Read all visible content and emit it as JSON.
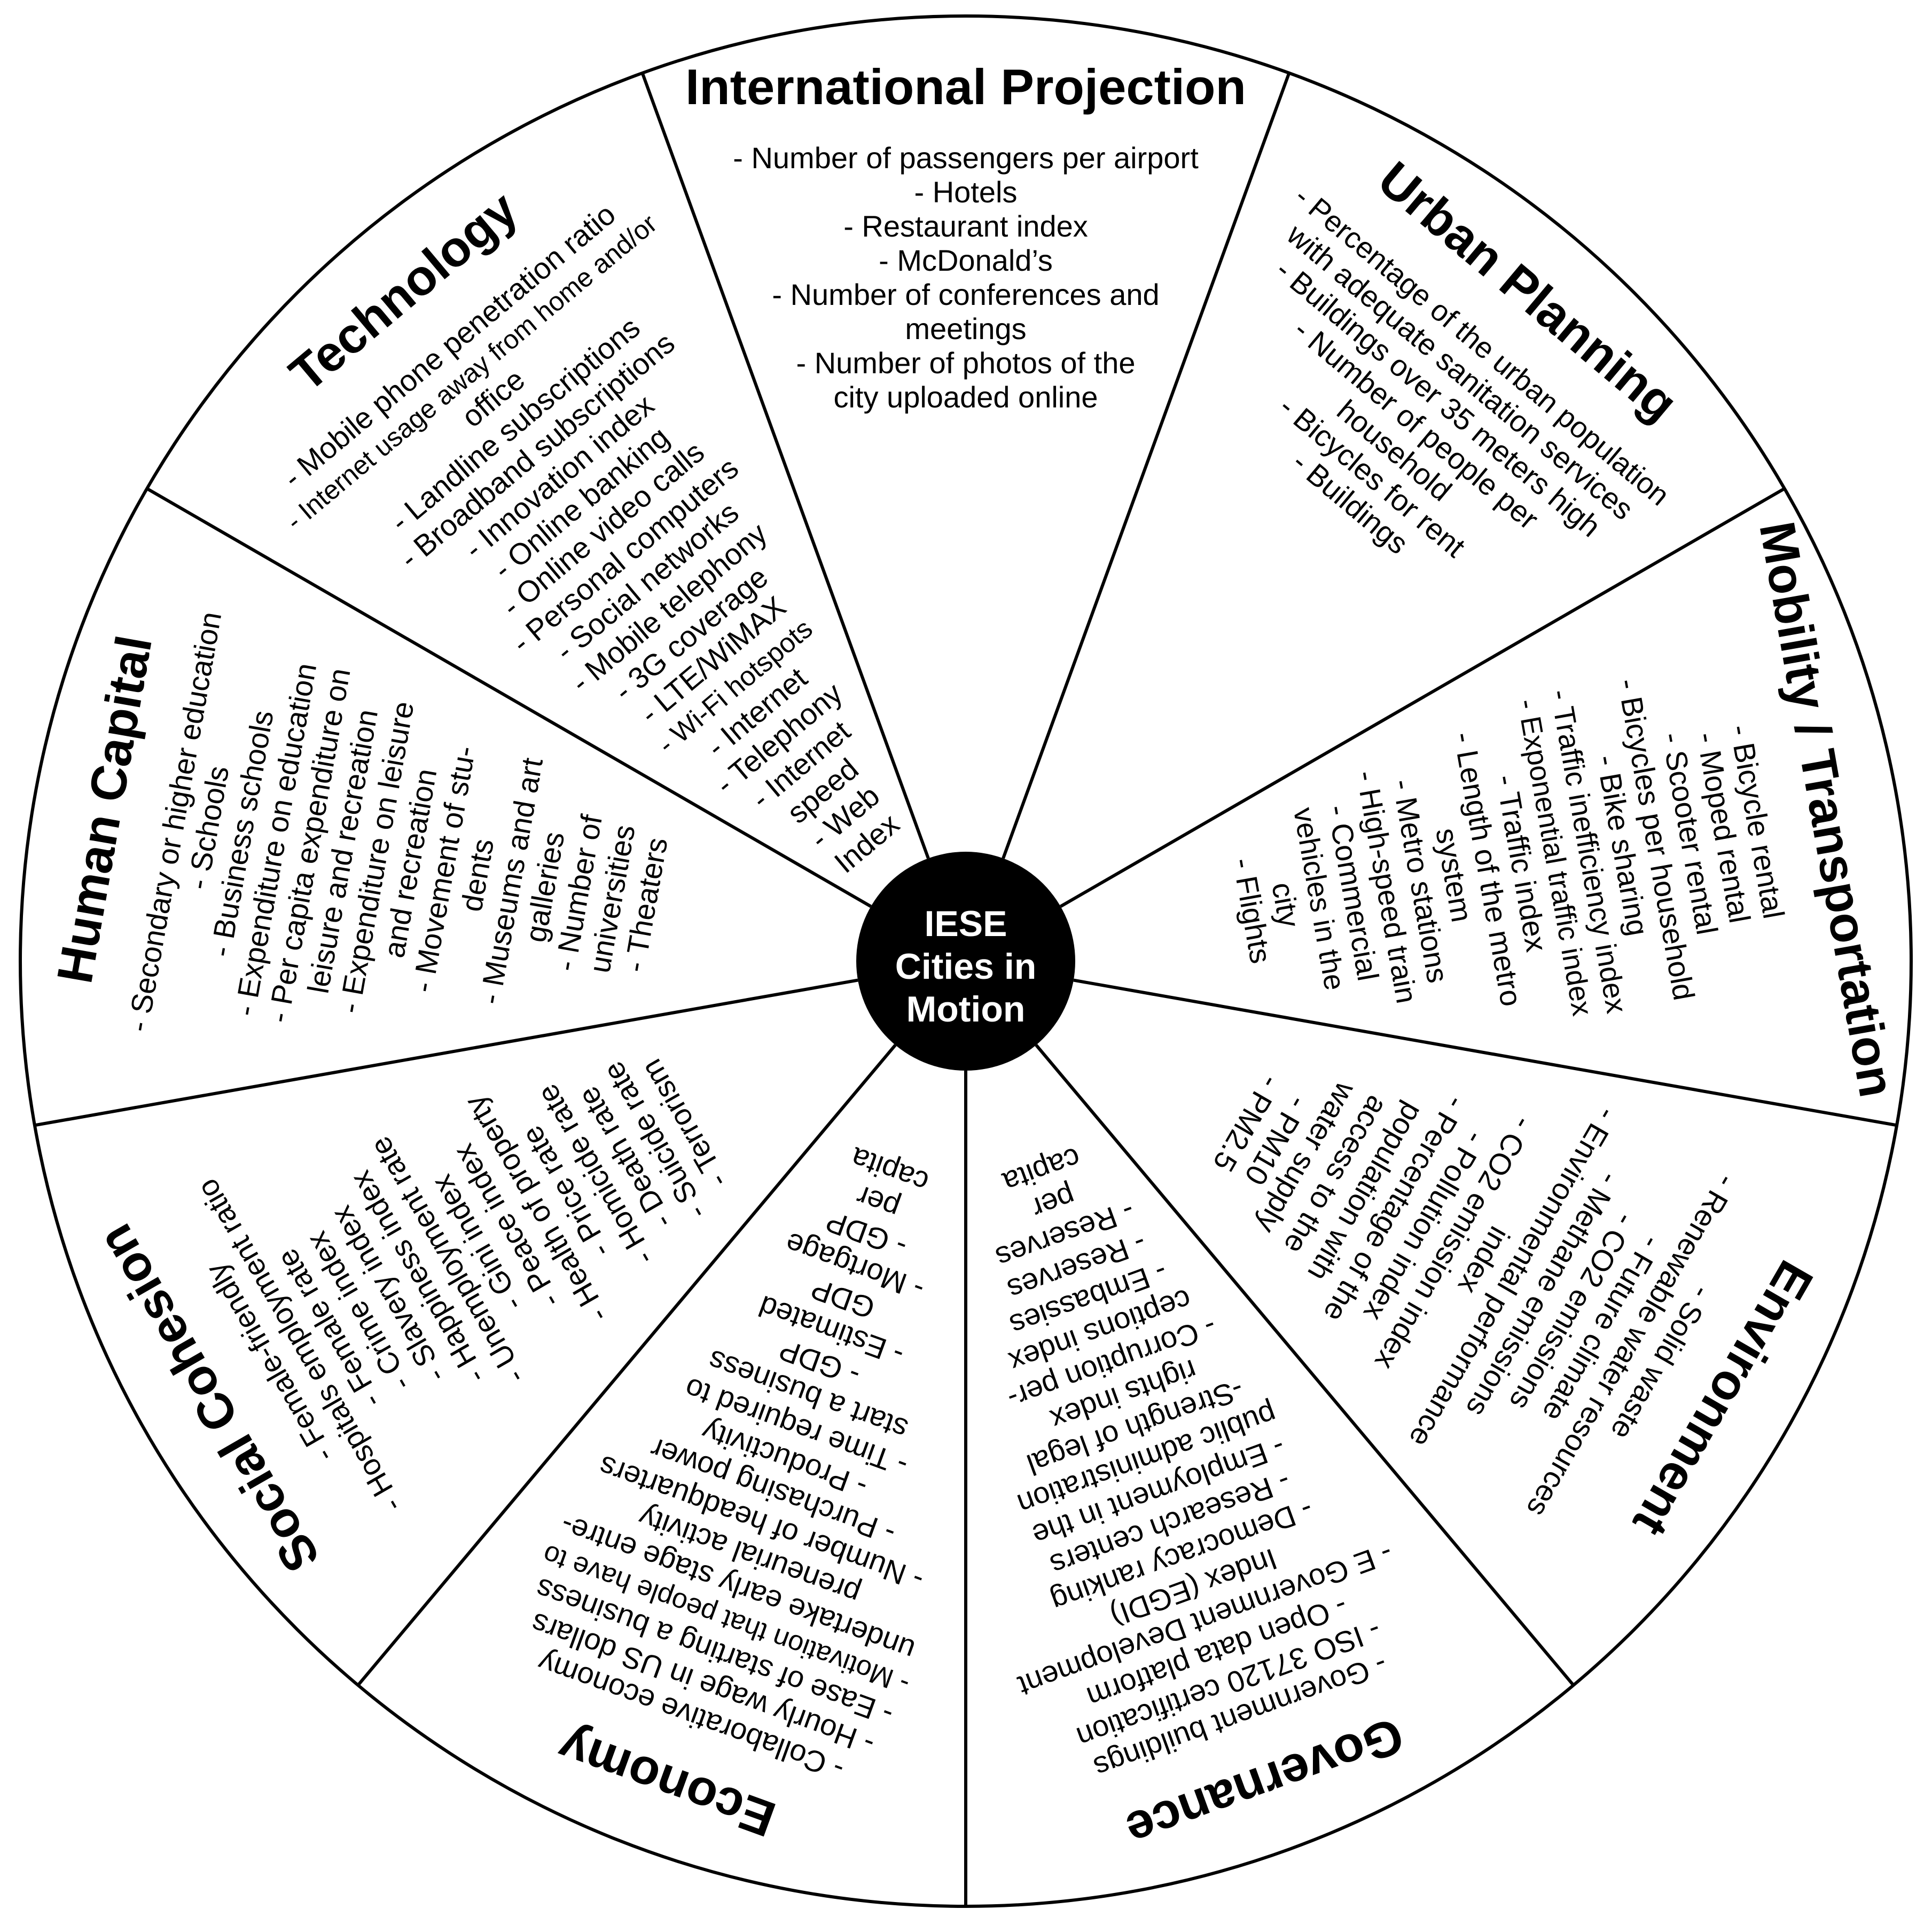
{
  "hub": {
    "lines": [
      "IESE",
      "Cities in",
      "Motion"
    ]
  },
  "categories": [
    {
      "id": "international-projection",
      "title": "International Projection",
      "items": [
        "- Number of passengers per airport",
        "- Hotels",
        "- Restaurant index",
        "- McDonald’s",
        "- Number of conferences and",
        "meetings",
        "- Number of photos of the",
        "city uploaded online"
      ]
    },
    {
      "id": "urban-planning",
      "title": "Urban Planning",
      "items": [
        "- Percentage of the urban population",
        "with adequate sanitation services",
        "- Buildings over 35 meters high",
        "- Number of people per",
        "household",
        "- Bicycles for rent",
        "- Buildings"
      ]
    },
    {
      "id": "mobility-transportation",
      "title": "Mobility / Transportation",
      "items": [
        "- Bicycle rental",
        "- Moped rental",
        "- Scooter rental",
        "- Bicycles per household",
        "- Bike sharing",
        "- Traffic inefficiency index",
        "- Exponential traffic index",
        "- Traffic index",
        "- Length of the metro",
        "system",
        "- Metro stations",
        "- High-speed train",
        "- Commercial",
        "vehicles in the",
        "city",
        "- Flights"
      ]
    },
    {
      "id": "environment",
      "title": "Environment",
      "items": [
        "- Solid waste",
        "- Renewable water resources",
        "- Future climate",
        "- CO2 emissions",
        "- Methane emissions",
        "- Environmental performance",
        "index",
        "- CO2 emission index",
        "- Pollution index",
        "- Percentage of the",
        "population with",
        "access to the",
        "water supply",
        "- PM10",
        "- PM2.5"
      ]
    },
    {
      "id": "governance",
      "title": "Governance",
      "items": [
        "- Government buildings",
        "- ISO 37120 certification",
        "- Open data platform",
        "- E Government Development",
        "Index (EGDI)",
        "- Democracy ranking",
        "- Research centers",
        "- Employment in the",
        "public administration",
        "-Strength of legal",
        "rights index",
        "- Corruption per-",
        "ceptions index",
        "- Embassies",
        "- Reserves",
        "- Reserves",
        "per",
        "capita"
      ]
    },
    {
      "id": "economy",
      "title": "Economy",
      "items": [
        "- Collaborative economy",
        "- Hourly wage in US dollars",
        "- Ease of starting a business",
        "- Motivation that people have  to",
        "undertake early stage  entre-",
        "preneurial activity",
        "- Number of headquarters",
        "- Purchasing power",
        "- Productivity",
        "- Time required to",
        "start a business",
        "- GDP",
        "- Estimated",
        "GDP",
        "- Mortgage",
        "- GDP",
        "per",
        "capita"
      ]
    },
    {
      "id": "social-cohesion",
      "title": "Social Cohesion",
      "items": [
        "- Female-friendly",
        "- Hospitals employment ratio",
        "- Female rate",
        "- Crime index",
        "- Slavery index",
        "- Happiness index",
        "- Unemployment rate",
        "- Gini index",
        "- Peace index",
        "- Health of property",
        "- Price rate",
        "- Homicide rate",
        "- Death rate",
        "- Suicide rate",
        "- Terrorism"
      ]
    },
    {
      "id": "human-capital",
      "title": "Human Capital",
      "items": [
        "- Secondary or higher education",
        "- Schools",
        "- Business schools",
        "- Expenditure on education",
        "- Per capita expenditure on",
        "leisure and recreation",
        "- Expenditure on leisure",
        "and recreation",
        "- Movement of stu-",
        "dents",
        "- Museums and art",
        "galleries",
        "- Number of",
        "universities",
        "- Theaters"
      ]
    },
    {
      "id": "technology",
      "title": "Technology",
      "items": [
        "- Mobile phone penetration ratio",
        "- Internet usage away from home and/or",
        "office",
        "- Landline subscriptions",
        "- Broadband subscriptions",
        "- Innovation index",
        "- Online banking",
        "- Online video calls",
        "- Personal computers",
        "- Social networks",
        "- Mobile telephony",
        "- 3G coverage",
        "- LTE/WiMAX",
        "- Wi-Fi hotspots",
        "- Internet",
        "- Telephony",
        "- Internet",
        "speed",
        "- Web",
        "Index"
      ]
    }
  ]
}
